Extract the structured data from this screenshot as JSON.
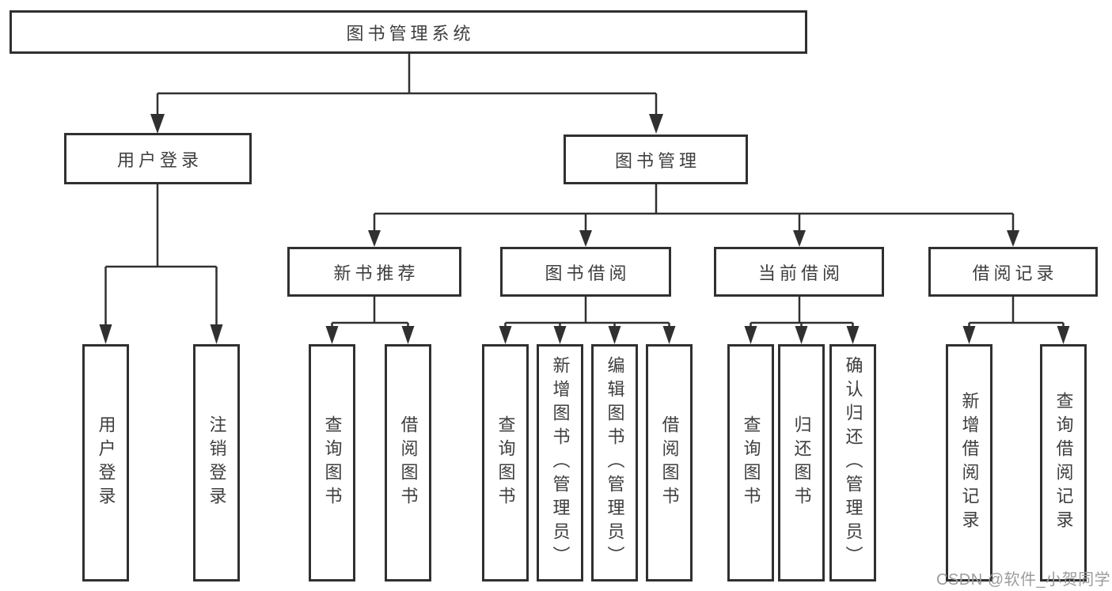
{
  "diagram": {
    "root": {
      "label": "图书管理系统"
    },
    "branches": [
      {
        "label": "用户登录",
        "children": [
          "用户登录",
          "注销登录"
        ]
      },
      {
        "label": "图书管理",
        "groups": [
          {
            "label": "新书推荐",
            "children": [
              "查询图书",
              "借阅图书"
            ]
          },
          {
            "label": "图书借阅",
            "children": [
              "查询图书",
              "新增图书（管理员）",
              "编辑图书（管理员）",
              "借阅图书"
            ]
          },
          {
            "label": "当前借阅",
            "children": [
              "查询图书",
              "归还图书",
              "确认归还（管理员）"
            ]
          },
          {
            "label": "借阅记录",
            "children": [
              "新增借阅记录",
              "查询借阅记录"
            ]
          }
        ]
      }
    ]
  },
  "watermark": "CSDN @软件_小贺同学",
  "colors": {
    "line": "#303030",
    "text": "#3e3e3e",
    "watermark": "#9c9c9c",
    "background": "#ffffff"
  }
}
